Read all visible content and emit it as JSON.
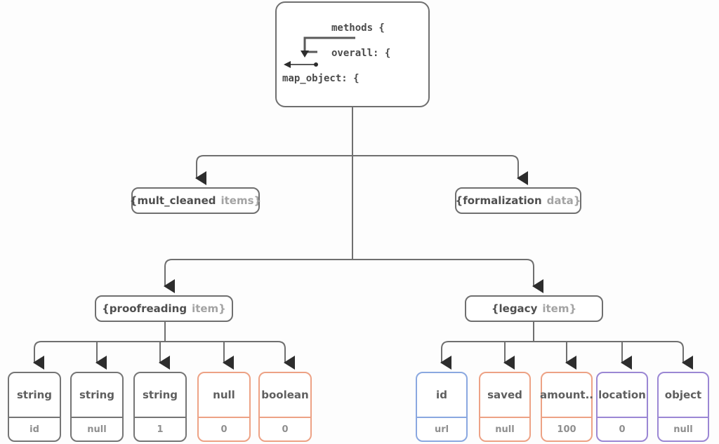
{
  "root_node": {
    "line1": "methods {",
    "line2": "overall: {",
    "line3": "map_object: {"
  },
  "level2_left": {
    "primary": "{mult_cleaned",
    "secondary": "items}"
  },
  "level2_right": {
    "primary": "{formalization",
    "secondary": "data}"
  },
  "level3_left": {
    "primary": "{proofreading",
    "secondary": "item}"
  },
  "level3_right": {
    "primary": "{legacy",
    "secondary": "item}"
  },
  "leaves_left": [
    {
      "type": "string",
      "value": "id"
    },
    {
      "type": "string",
      "value": "null"
    },
    {
      "type": "string",
      "value": "1"
    },
    {
      "type": "null",
      "value": "0"
    },
    {
      "type": "boolean",
      "value": "0"
    }
  ],
  "leaves_right": [
    {
      "type": "id",
      "value": "url"
    },
    {
      "type": "saved",
      "value": "null"
    },
    {
      "type": "amount..",
      "value": "100"
    },
    {
      "type": "location",
      "value": "0"
    },
    {
      "type": "object",
      "value": "null"
    }
  ],
  "colors": {
    "gray": "#757575",
    "orange": "#eda285",
    "blue": "#8aa8e0",
    "purple": "#9b87d4",
    "line": "#6f6f6f",
    "arrow": "#2d2d2d"
  }
}
